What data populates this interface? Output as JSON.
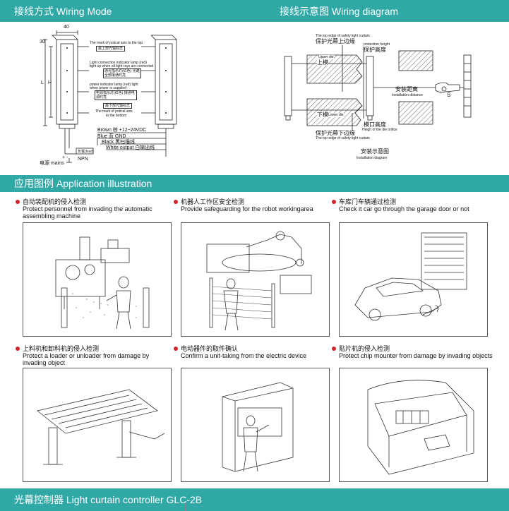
{
  "sections": {
    "wiring_mode": "接线方式 Wiring Mode",
    "wiring_diagram": "接线示意图 Wiring diagram",
    "application": "应用图例 Application illustration",
    "controller": "光幕控制器 Light curtain controller GLC-2B"
  },
  "wiring_mode": {
    "dim_width": "40",
    "dim_depth": "30",
    "dim_L": "L",
    "dim_H": "H",
    "top_axis_note": "The mark of potical axis to the top",
    "top_axis_cn": "最上部光轴标志",
    "conn_note_1": "Light connection indicator lamp (red)",
    "conn_note_2": "light up when all light rays are connected",
    "conn_cn": "通光指示灯(红色) 光路全部接通时亮",
    "power_note_1": "power indicator lamp (red) light",
    "power_note_2": "when power is supplied",
    "power_cn": "电源指示灯(红色) 接通电源时亮",
    "bottom_axis_cn": "最下部光轴标志",
    "bottom_axis_note_1": "The mark of potical axis",
    "bottom_axis_note_2": "to the bottom",
    "wire_brown": "Brown 棕 +12~24VDC",
    "wire_blue": "Blue 蓝 GND",
    "wire_black": "Black 黑扫描线",
    "wire_white": "White output 白输出线",
    "load": "负载(load)",
    "npn": "NPN",
    "mains": "电源 mains",
    "plus_minus": "+  -"
  },
  "wiring_diagram": {
    "top_edge_note": "The top edge of safety light curtain",
    "top_edge_cn": "保护光幕上边缘",
    "prot_height_en": "protection height",
    "prot_height_cn": "保护高度",
    "upper_die_en": "Upper die",
    "upper_die_cn": "上模",
    "lower_die_en": "Lower die",
    "lower_die_cn": "下模",
    "install_dist_cn": "安装距离",
    "install_dist_en": "Installation distance",
    "s_label": "S",
    "orifice_cn": "模口高度",
    "orifice_en": "Heigh of the die orifice",
    "bottom_edge_cn": "保护光幕下边缘",
    "bottom_edge_note": "The top edge of safety light curtain",
    "caption_cn": "安装示意图",
    "caption_en": "Installation diagram"
  },
  "applications": [
    {
      "cn": "自动装配机的侵入检测",
      "en": "Protect personnel from invading the automatic assembling machine"
    },
    {
      "cn": "机器人工作区安全检测",
      "en": "Provide safeguarding for the robot workingarea"
    },
    {
      "cn": "车库门车辆通过检测",
      "en": "Check it car go through the garage door or not"
    },
    {
      "cn": "上料机和卸料机的侵入检测",
      "en": "Protect a loader or unloader from damage by invading object"
    },
    {
      "cn": "电动器件的取件确认",
      "en": "Confirm a unit-taking from the electric device"
    },
    {
      "cn": "贴片机的侵入检测",
      "en": "Protect chip mounter from damage by invading objects"
    }
  ],
  "colors": {
    "accent": "#2fa8a6",
    "bullet": "#d2232a"
  }
}
